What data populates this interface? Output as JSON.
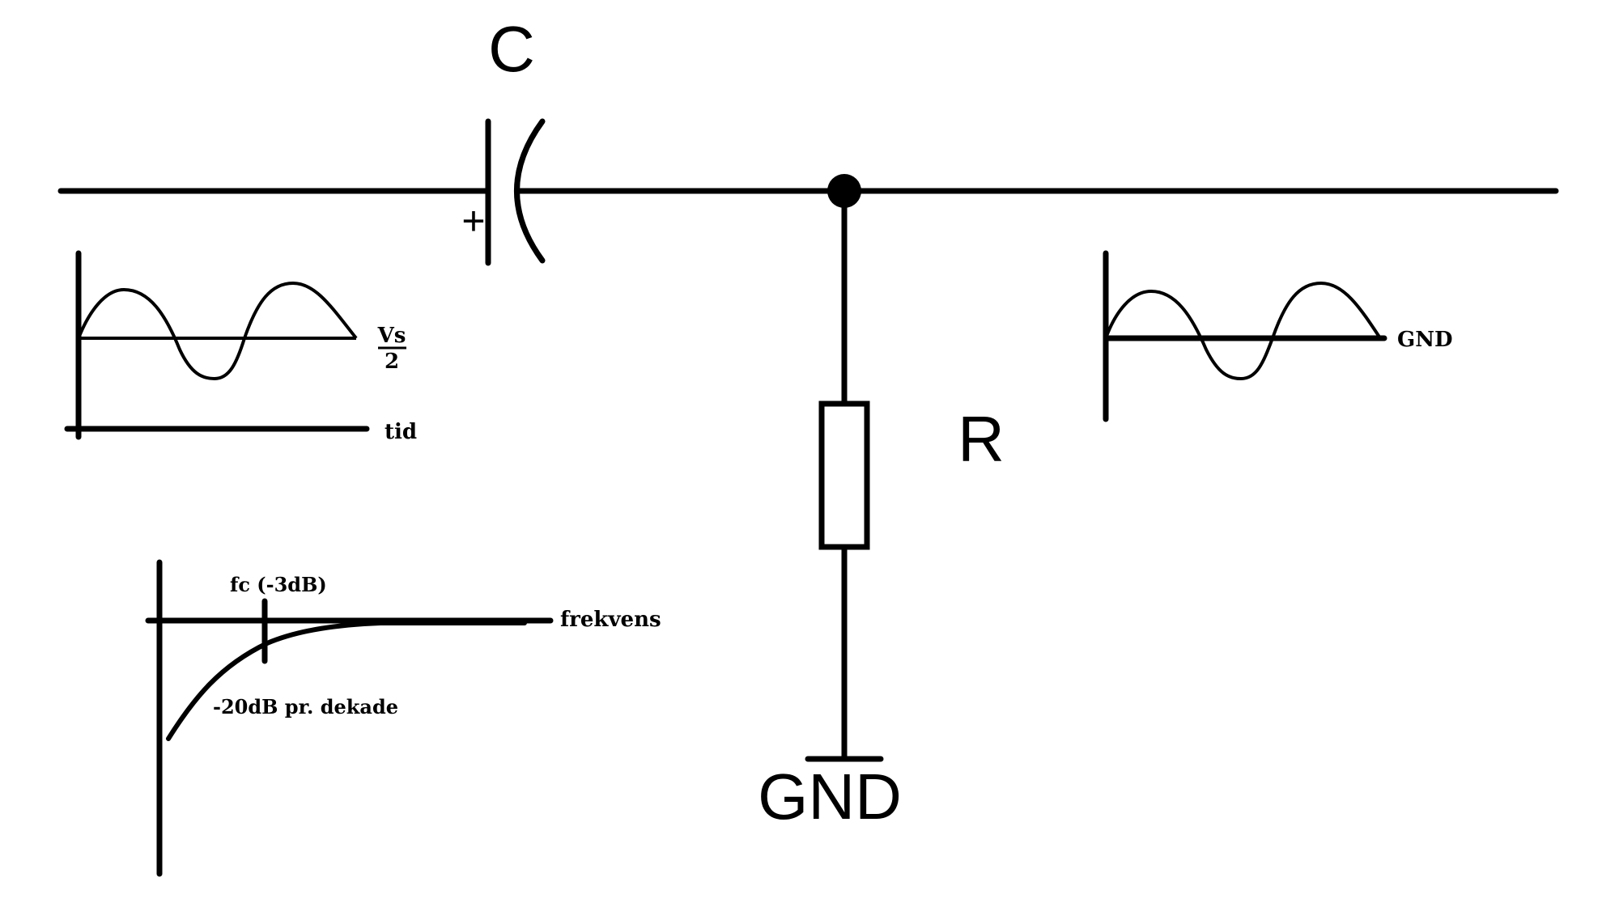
{
  "schematic": {
    "capacitor_label": "C",
    "capacitor_polarity": "+",
    "resistor_label": "R",
    "ground_label": "GND"
  },
  "input_plot": {
    "signal_label_top": "Vs",
    "signal_label_bottom": "2",
    "time_axis_label": "tid"
  },
  "output_plot": {
    "reference_label": "GND"
  },
  "frequency_plot": {
    "cutoff_label": "fc (-3dB)",
    "slope_label": "-20dB pr. dekade",
    "axis_label": "frekvens"
  },
  "colors": {
    "ink": "#000000",
    "background": "#ffffff"
  }
}
